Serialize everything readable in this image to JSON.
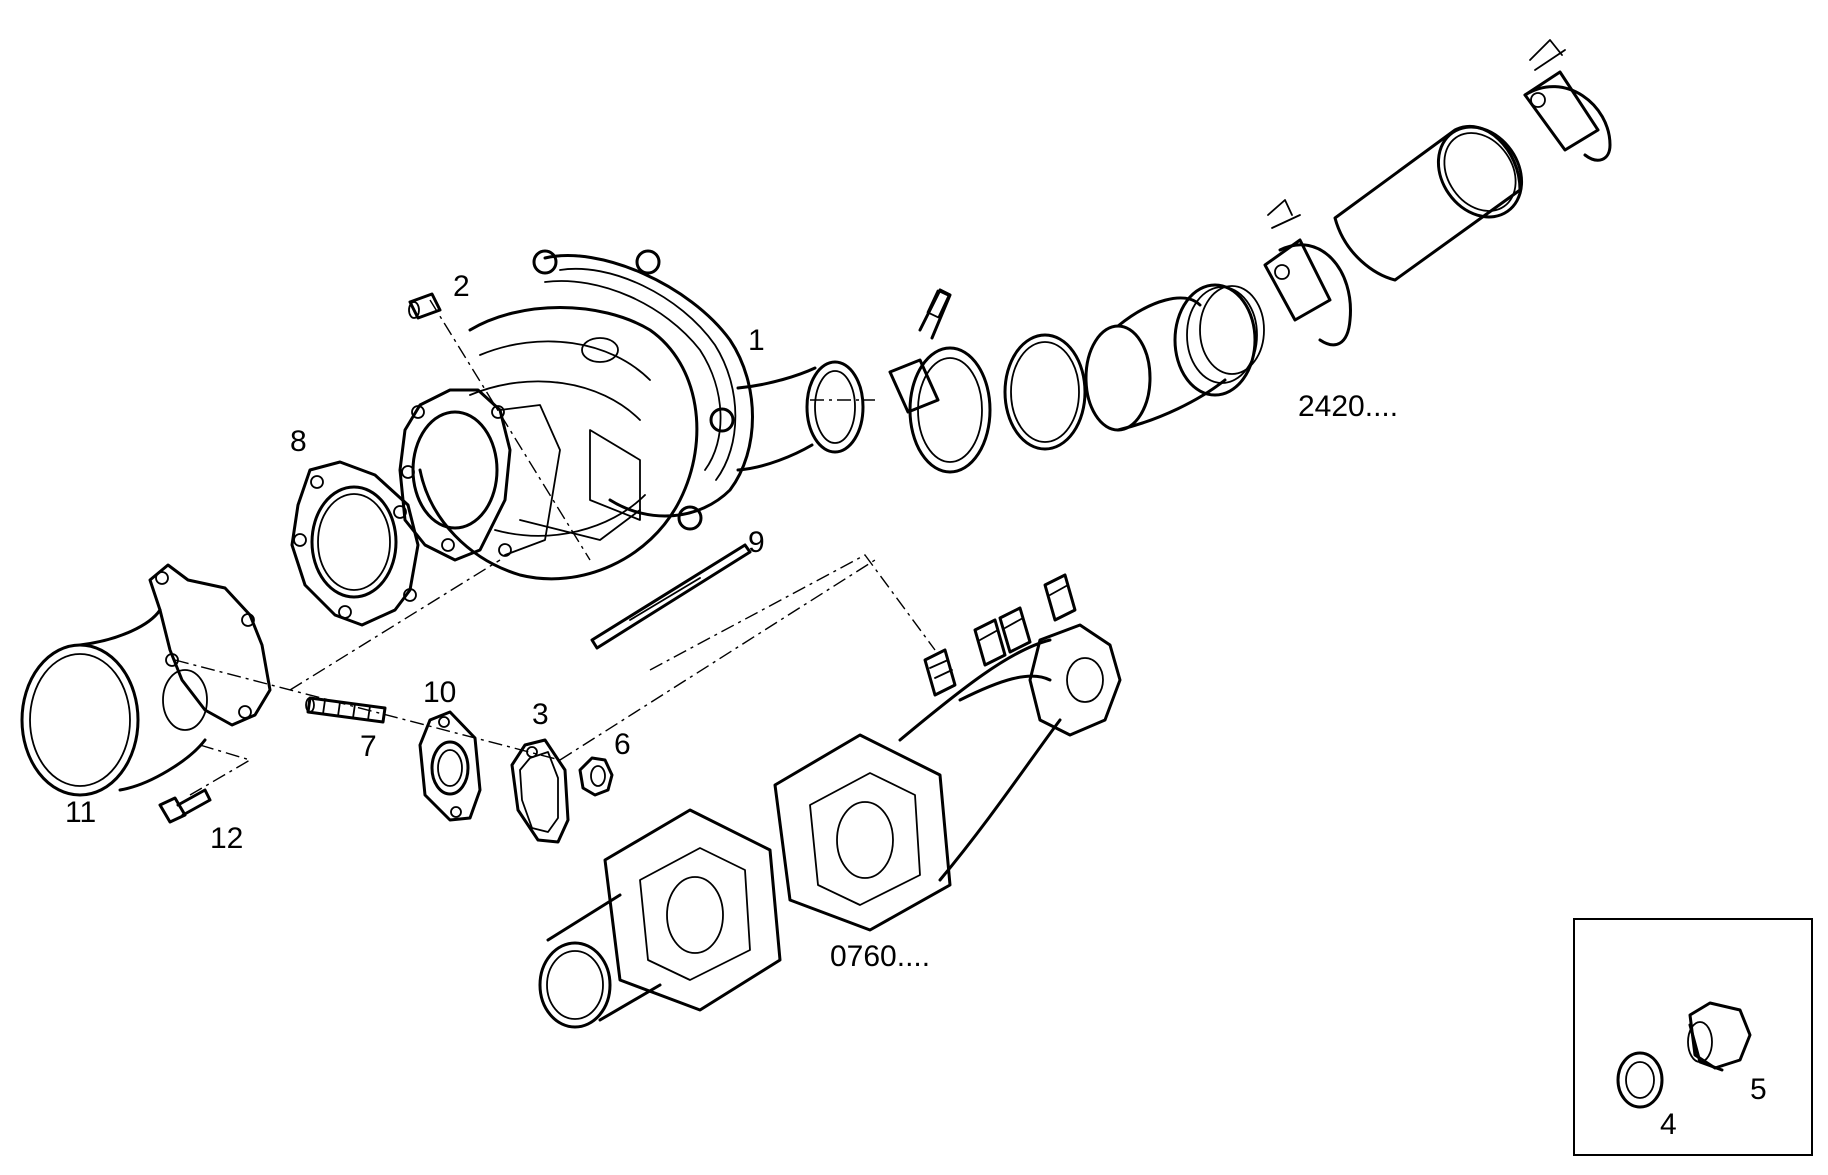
{
  "callouts": {
    "p1": "1",
    "p2": "2",
    "p3": "3",
    "p4": "4",
    "p5": "5",
    "p6": "6",
    "p7": "7",
    "p8": "8",
    "p9": "9",
    "p10": "10",
    "p11": "11",
    "p12": "12",
    "ref_pipe": "2420....",
    "ref_manifold": "0760...."
  }
}
